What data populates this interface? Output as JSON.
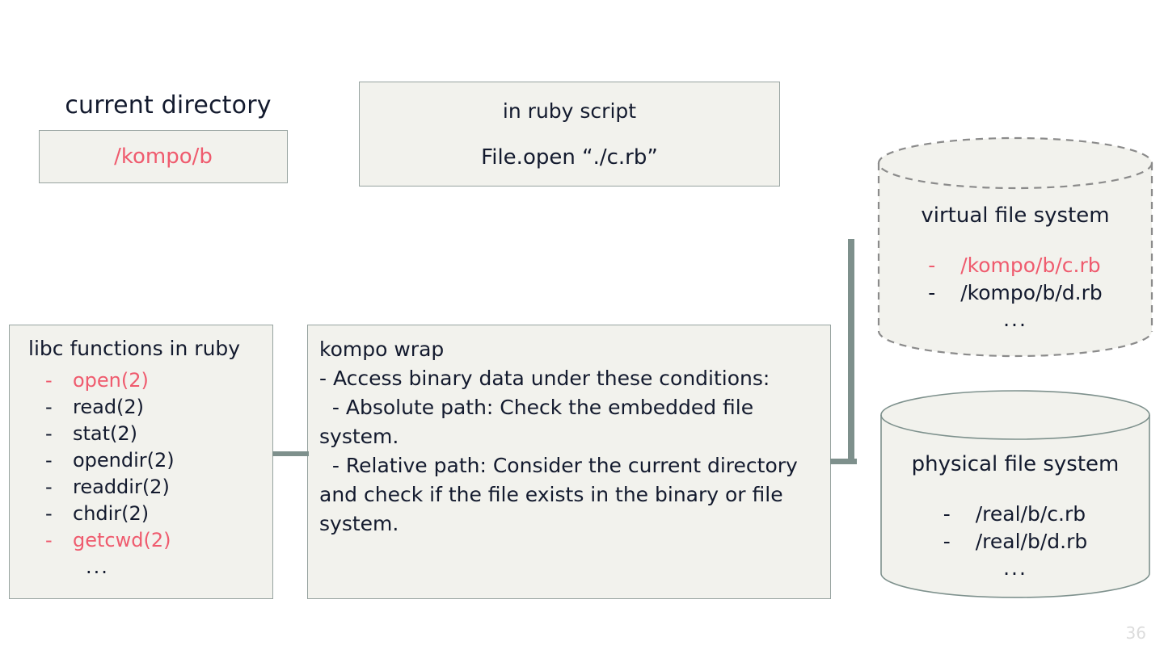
{
  "slide": {
    "page_number": "36",
    "colors": {
      "accent_red": "#ef5b6e",
      "text_dark": "#131a2e",
      "box_fill": "#f2f2ed",
      "box_border": "#97a3a0",
      "connector": "#7e908c",
      "page_number": "#dcdcdc",
      "background": "#ffffff"
    }
  },
  "current_directory": {
    "title": "current directory",
    "value": "/kompo/b"
  },
  "ruby_script": {
    "line1": "in ruby script",
    "line2": "File.open “./c.rb”"
  },
  "libc": {
    "title": "libc functions in ruby",
    "items": [
      {
        "dash": "-",
        "label": "open(2)",
        "highlight": true
      },
      {
        "dash": "-",
        "label": "read(2)",
        "highlight": false
      },
      {
        "dash": "-",
        "label": "stat(2)",
        "highlight": false
      },
      {
        "dash": "-",
        "label": "opendir(2)",
        "highlight": false
      },
      {
        "dash": "-",
        "label": "readdir(2)",
        "highlight": false
      },
      {
        "dash": "-",
        "label": "chdir(2)",
        "highlight": false
      },
      {
        "dash": "-",
        "label": "getcwd(2)",
        "highlight": true
      }
    ],
    "ellipsis": "..."
  },
  "kompo_wrap": {
    "text": "kompo wrap\n- Access binary data under these conditions:\n  - Absolute path: Check the embedded file system.\n  - Relative path: Consider the current directory and check if the file exists in the binary or file system."
  },
  "virtual_file_system": {
    "title": "virtual file system",
    "items": [
      {
        "dash": "-",
        "label": "/kompo/b/c.rb",
        "highlight": true
      },
      {
        "dash": "-",
        "label": "/kompo/b/d.rb",
        "highlight": false
      }
    ],
    "ellipsis": "..."
  },
  "physical_file_system": {
    "title": "physical file system",
    "items": [
      {
        "dash": "-",
        "label": "/real/b/c.rb",
        "highlight": false
      },
      {
        "dash": "-",
        "label": "/real/b/d.rb",
        "highlight": false
      }
    ],
    "ellipsis": "..."
  }
}
